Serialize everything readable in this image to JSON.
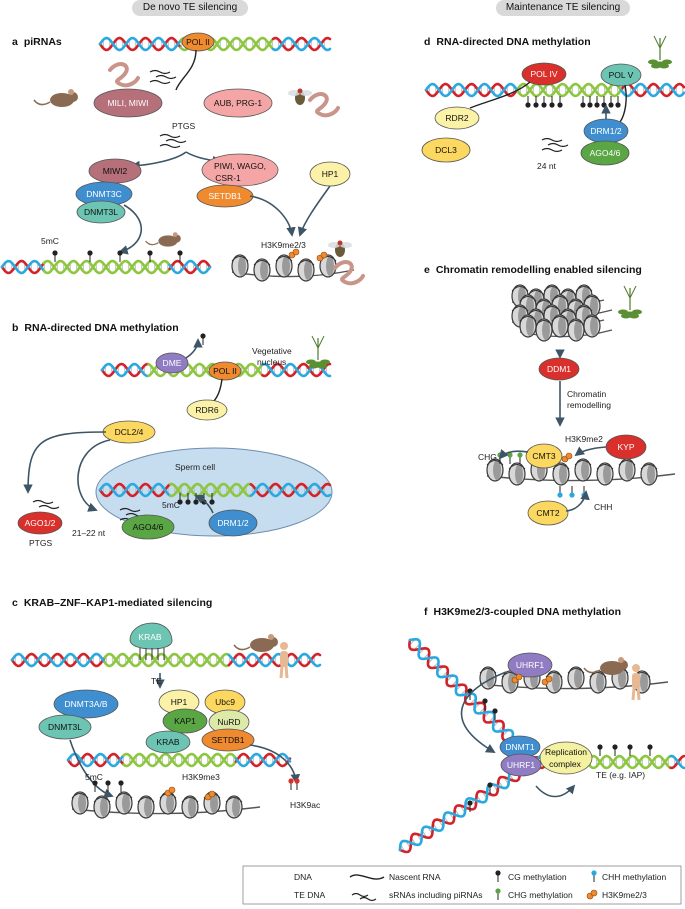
{
  "headers": {
    "de_novo": "De novo TE silencing",
    "maintenance": "Maintenance TE silencing"
  },
  "panels": {
    "a": {
      "letter": "a",
      "title": "piRNAs"
    },
    "b": {
      "letter": "b",
      "title": "RNA-directed DNA methylation"
    },
    "c": {
      "letter": "c",
      "title": "KRAB–ZNF–KAP1-mediated silencing"
    },
    "d": {
      "letter": "d",
      "title": "RNA-directed DNA methylation"
    },
    "e": {
      "letter": "e",
      "title": "Chromatin remodelling enabled silencing"
    },
    "f": {
      "letter": "f",
      "title": "H3K9me2/3-coupled DNA methylation"
    }
  },
  "labels": {
    "a": {
      "pol2": "POL II",
      "mili": "MILI, MIWI",
      "ptgs": "PTGS",
      "aub": "AUB, PRG-1",
      "miwi2": "MIWI2",
      "dnmt3c": "DNMT3C",
      "dnmt3l": "DNMT3L",
      "piwi": "PIWI, WAGO,",
      "csr1": "CSR-1",
      "setdb1": "SETDB1",
      "hp1": "HP1",
      "fivemc": "5mC",
      "h3k9": "H3K9me2/3"
    },
    "b": {
      "dme": "DME",
      "pol2": "POL II",
      "veg1": "Vegetative",
      "veg2": "nucleus",
      "rdr6": "RDR6",
      "dcl": "DCL2/4",
      "sperm": "Sperm cell",
      "fivemc": "5mC",
      "ago12": "AGO1/2",
      "ptgs": "PTGS",
      "nt": "21–22 nt",
      "ago46": "AGO4/6",
      "drm": "DRM1/2"
    },
    "c": {
      "krab": "KRAB",
      "te": "TE",
      "hp1": "HP1",
      "ubc9": "Ubc9",
      "dnmt3ab": "DNMT3A/B",
      "kap1": "KAP1",
      "nurd": "NuRD",
      "dnmt3l": "DNMT3L",
      "krab2": "KRAB",
      "setdb1": "SETDB1",
      "fivemc": "5mC",
      "h3k9me3": "H3K9me3",
      "h3k9ac": "H3K9ac"
    },
    "d": {
      "pol4": "POL IV",
      "pol5": "POL V",
      "rdr2": "RDR2",
      "drm": "DRM1/2",
      "dcl3": "DCL3",
      "nt": "24 nt",
      "ago46": "AGO4/6"
    },
    "e": {
      "ddm1": "DDM1",
      "remod1": "Chromatin",
      "remod2": "remodelling",
      "h3k9me2": "H3K9me2",
      "chg": "CHG",
      "cmt3": "CMT3",
      "kyp": "KYP",
      "cmt2": "CMT2",
      "chh": "CHH"
    },
    "f": {
      "uhrf1": "UHRF1",
      "dnmt1": "DNMT1",
      "uhrf1b": "UHRF1",
      "rep1": "Replication",
      "rep2": "complex",
      "te": "TE (e.g. IAP)"
    }
  },
  "legend": {
    "dna": "DNA",
    "te_dna": "TE DNA",
    "nascent": "Nascent RNA",
    "srna": "sRNAs including piRNAs",
    "cg": "CG methylation",
    "chg": "CHG methylation",
    "chh": "CHH methylation",
    "h3k9": "H3K9me2/3"
  },
  "colors": {
    "dna_red": "#d2232a",
    "dna_blue": "#2aa9e0",
    "te_green": "#8dc63f",
    "arrow": "#3d5566",
    "pol2": "#ef8a2e",
    "pink": "#f4a6a6",
    "mauve": "#b5707a",
    "blue": "#3f8fd0",
    "teal": "#6cc4b2",
    "yellow": "#fcd860",
    "pale_yellow": "#fbf2a8",
    "red": "#d9302c",
    "purple": "#8f7cc2",
    "green": "#5aa544",
    "sperm": "#c6dcef"
  }
}
